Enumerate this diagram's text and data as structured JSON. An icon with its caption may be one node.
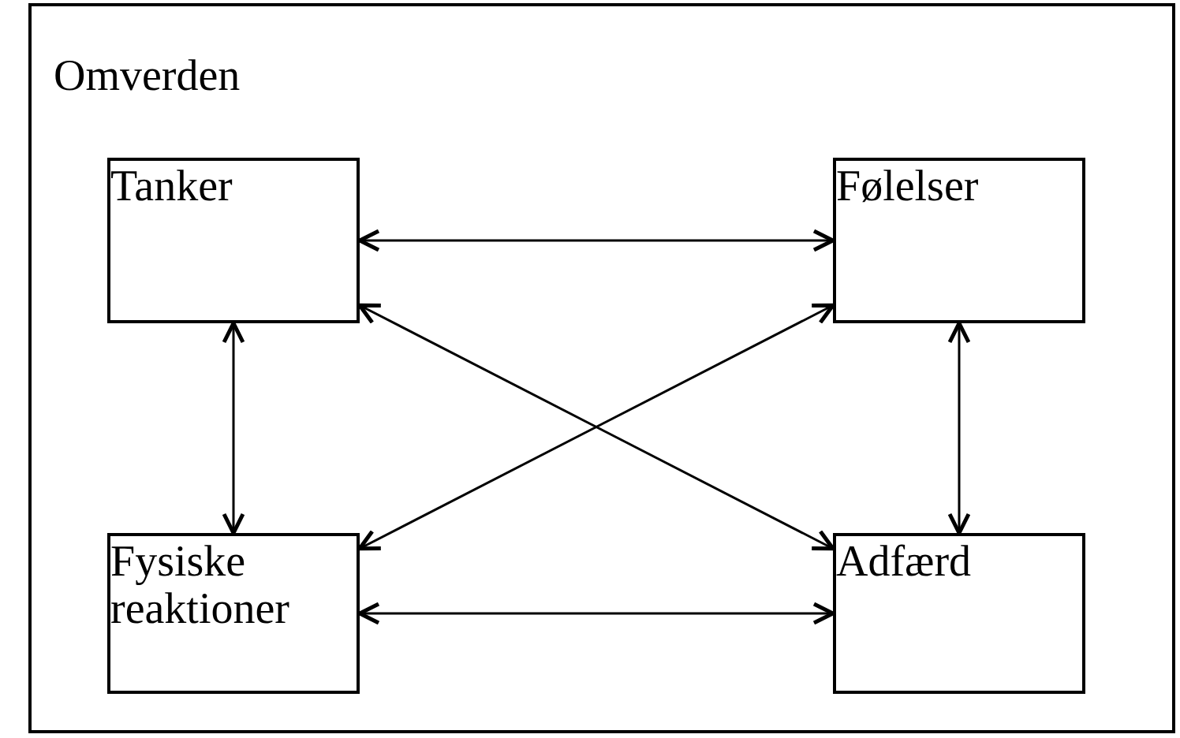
{
  "diagram": {
    "nodes": [
      {
        "text": [
          "Omverden"
        ]
      },
      {
        "text": [
          "Tanker"
        ],
        "in": 0
      },
      {
        "text": [
          "Følelser"
        ],
        "in": 0
      },
      {
        "text": [
          "Fysiske reaktioner"
        ],
        "in": 0
      },
      {
        "text": [
          "Adfærd"
        ],
        "in": 0
      }
    ],
    "edges": [
      {
        "from": 1,
        "to": 2,
        "arrow": "both"
      },
      {
        "from": 1,
        "to": 3,
        "arrow": "both"
      },
      {
        "from": 2,
        "to": 4,
        "arrow": "both"
      },
      {
        "from": 1,
        "to": 4,
        "arrow": "both"
      },
      {
        "from": 2,
        "to": 3,
        "arrow": "both"
      },
      {
        "from": 3,
        "to": 4,
        "arrow": "both"
      }
    ]
  }
}
